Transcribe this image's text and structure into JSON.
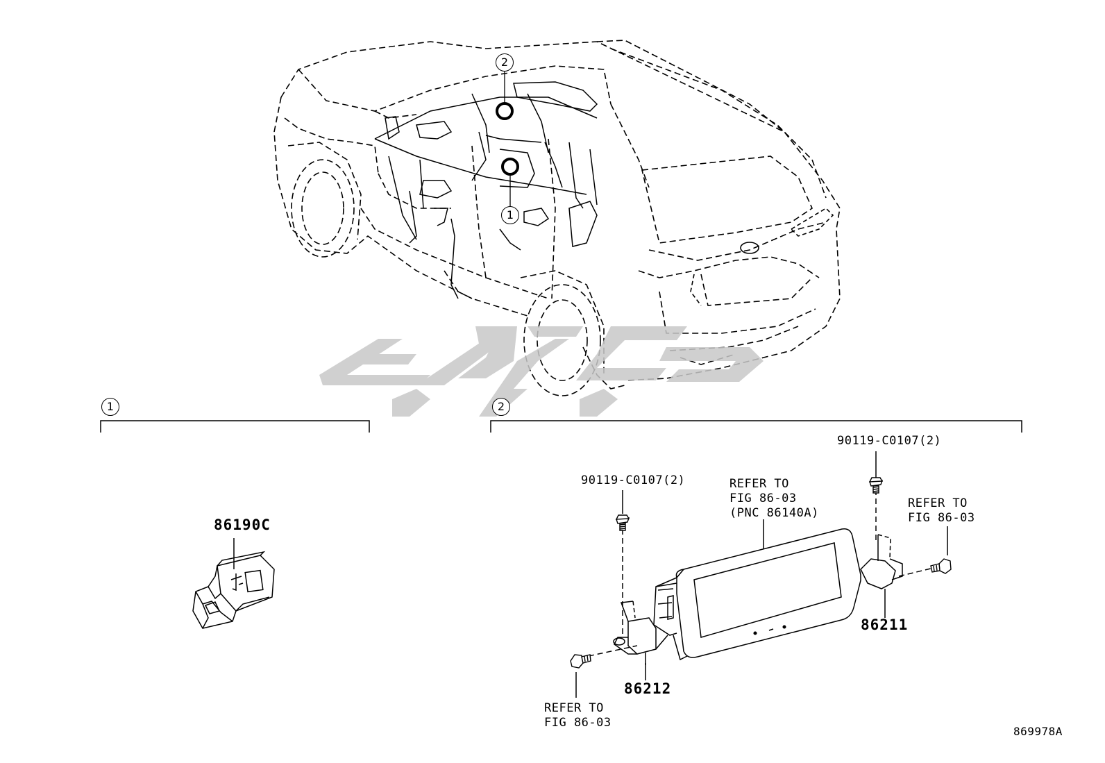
{
  "diagram_id": "869978A",
  "watermark": "cpgc",
  "callouts": {
    "one": "1",
    "two": "2"
  },
  "section_1": {
    "callout": "1",
    "parts": {
      "usb_socket": "86190C"
    }
  },
  "section_2": {
    "callout": "2",
    "parts": {
      "screw_left": "90119-C0107(2)",
      "screw_right": "90119-C0107(2)",
      "bracket_left": "86212",
      "bracket_right": "86211"
    },
    "refs": {
      "display_line1": "REFER TO",
      "display_line2": "FIG 86-03",
      "display_line3": "(PNC 86140A)",
      "right_line1": "REFER TO",
      "right_line2": "FIG 86-03",
      "bottom_line1": "REFER TO",
      "bottom_line2": "FIG 86-03"
    }
  }
}
